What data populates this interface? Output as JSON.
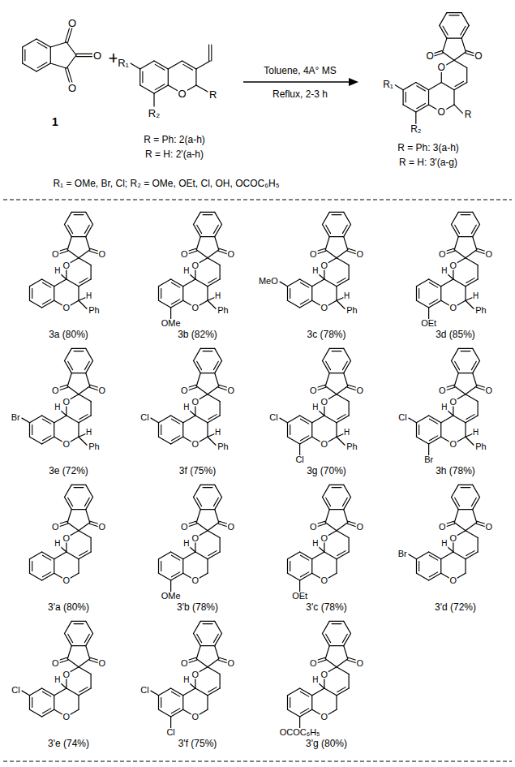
{
  "diagram": {
    "labels": [
      "O",
      "O",
      "O",
      "1",
      "+",
      "R₁",
      "O",
      "R",
      "R₂",
      "R = Ph: 2(a-h)",
      "R = H: 2'(a-h)",
      "Toluene, 4A° MS",
      "Reflux, 2-3 h",
      "O",
      "O",
      "O",
      "R₁",
      "O",
      "R",
      "R₂",
      "R = Ph: 3(a-h)",
      "R = H: 3'(a-g)",
      "R₁ = OMe, Br, Cl; R₂ = OMe, OEt, Cl, OH, OCOC₆H₅",
      "O",
      "O",
      "O",
      "H",
      "O",
      "H",
      "Ph",
      "3a (80%)",
      "O",
      "O",
      "O",
      "H",
      "O",
      "H",
      "Ph",
      "OMe",
      "3b (82%)",
      "O",
      "O",
      "O",
      "H",
      "MeO",
      "O",
      "H",
      "Ph",
      "3c (78%)",
      "O",
      "O",
      "O",
      "H",
      "O",
      "H",
      "Ph",
      "OEt",
      "3d (85%)",
      "O",
      "O",
      "O",
      "H",
      "Br",
      "O",
      "H",
      "Ph",
      "3e (72%)",
      "O",
      "O",
      "O",
      "H",
      "Cl",
      "O",
      "H",
      "Ph",
      "3f (75%)",
      "O",
      "O",
      "O",
      "H",
      "Cl",
      "O",
      "H",
      "Ph",
      "Cl",
      "3g (70%)",
      "O",
      "O",
      "O",
      "H",
      "Cl",
      "O",
      "H",
      "Ph",
      "Br",
      "3h (78%)",
      "O",
      "O",
      "O",
      "H",
      "O",
      "3'a (80%)",
      "O",
      "O",
      "O",
      "H",
      "O",
      "OMe",
      "3'b (78%)",
      "O",
      "O",
      "O",
      "H",
      "O",
      "OEt",
      "3'c (78%)",
      "O",
      "O",
      "O",
      "H",
      "Br",
      "O",
      "3'd (72%)",
      "O",
      "O",
      "O",
      "H",
      "Cl",
      "O",
      "3'e (74%)",
      "O",
      "O",
      "O",
      "H",
      "Cl",
      "O",
      "Cl",
      "3'f (75%)",
      "O",
      "O",
      "O",
      "H",
      "O",
      "OCOC₆H₅",
      "3'g (80%)"
    ]
  }
}
